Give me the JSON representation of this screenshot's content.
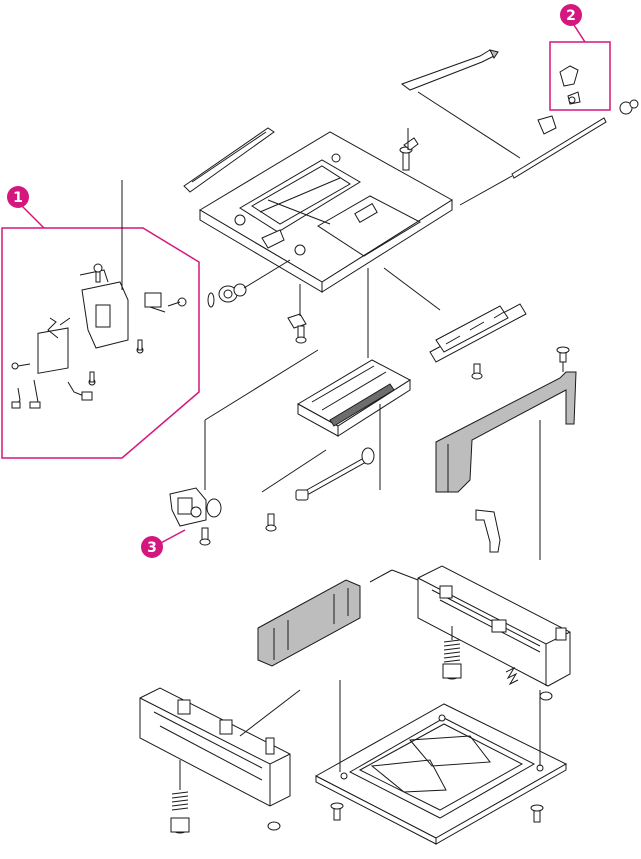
{
  "accent_color": "#d4177f",
  "line_color": "#1a1a1a",
  "callouts": [
    {
      "label": "1",
      "target": "controller-pcb-assembly"
    },
    {
      "label": "2",
      "target": "top-cover-latch-set"
    },
    {
      "label": "3",
      "target": "solenoid-assembly"
    }
  ]
}
